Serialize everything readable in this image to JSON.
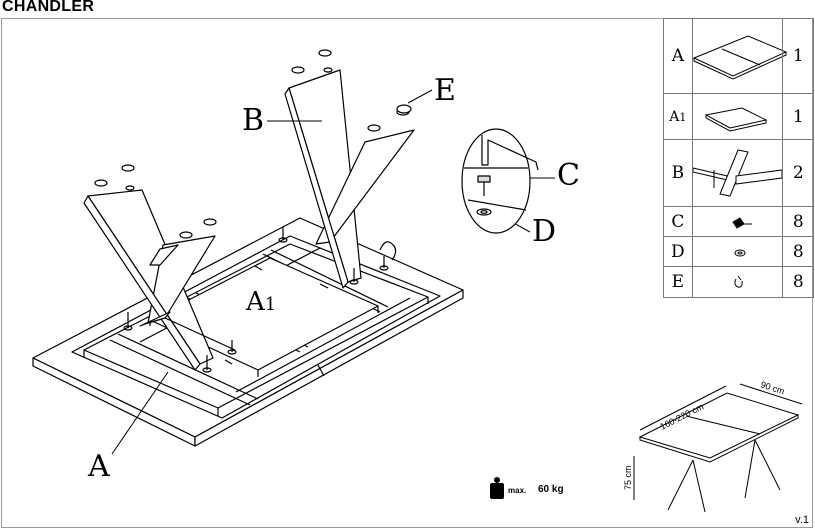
{
  "title": "CHANDLER",
  "callouts": {
    "a_main": "A",
    "a1_main": "A1",
    "b": "B",
    "c": "C",
    "d": "D",
    "e": "E"
  },
  "parts": [
    {
      "code": "A",
      "qty": "1",
      "icon": "table-top-icon"
    },
    {
      "code": "A1",
      "qty": "1",
      "icon": "extension-leaf-icon"
    },
    {
      "code": "B",
      "qty": "2",
      "icon": "x-leg-icon"
    },
    {
      "code": "C",
      "qty": "8",
      "icon": "screw-icon"
    },
    {
      "code": "D",
      "qty": "8",
      "icon": "washer-icon"
    },
    {
      "code": "E",
      "qty": "8",
      "icon": "felt-pad-icon"
    }
  ],
  "max_load": {
    "label": "max.",
    "value": "60 kg"
  },
  "dimensions": {
    "length": "160-220 cm",
    "width": "90 cm",
    "height": "75 cm"
  },
  "version": "v.1"
}
